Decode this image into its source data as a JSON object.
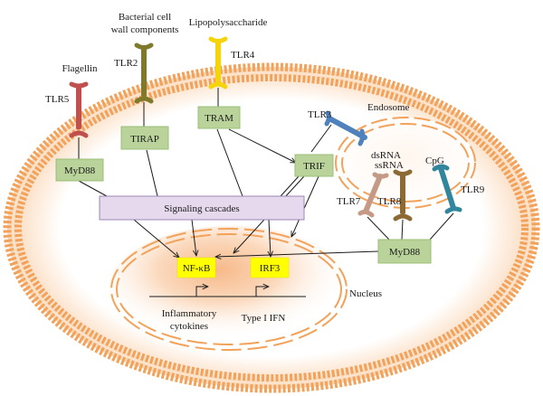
{
  "colors": {
    "membrane": "#f2a25a",
    "membrane_glow": "#f7c9a0",
    "adapter_box": "#b9d39a",
    "cascade_box": "#e6d9ee",
    "factor_box": "#ffff00",
    "tlr5": "#c0504d",
    "tlr2": "#7f7a2b",
    "tlr4": "#f5d40a",
    "tlr3": "#4f81bd",
    "tlr7": "#c49a86",
    "tlr8": "#8b6a34",
    "tlr9": "#31859c"
  },
  "ligands": {
    "flagellin": "Flagellin",
    "bacterial_line1": "Bacterial  cell",
    "bacterial_line2": "wall components",
    "lps": "Lipopolysaccharide",
    "dsrna": "dsRNA",
    "ssrna": "ssRNA",
    "cpg": "CpG"
  },
  "receptors": {
    "tlr5": "TLR5",
    "tlr2": "TLR2",
    "tlr4": "TLR4",
    "tlr3": "TLR3",
    "tlr7": "TLR7",
    "tlr8": "TLR8",
    "tlr9": "TLR9"
  },
  "adapters": {
    "myd88_left": "MyD88",
    "tirap": "TIRAP",
    "tram": "TRAM",
    "trif": "TRIF",
    "myd88_right": "MyD88"
  },
  "cascade": "Signaling cascades",
  "compartments": {
    "endosome": "Endosome",
    "nucleus": "Nucleus"
  },
  "factors": {
    "nfkb": "NF-κB",
    "irf3": "IRF3"
  },
  "genes": {
    "inflammatory_line1": "Inflammatory",
    "inflammatory_line2": "cytokines",
    "ifn": "Type I IFN"
  }
}
